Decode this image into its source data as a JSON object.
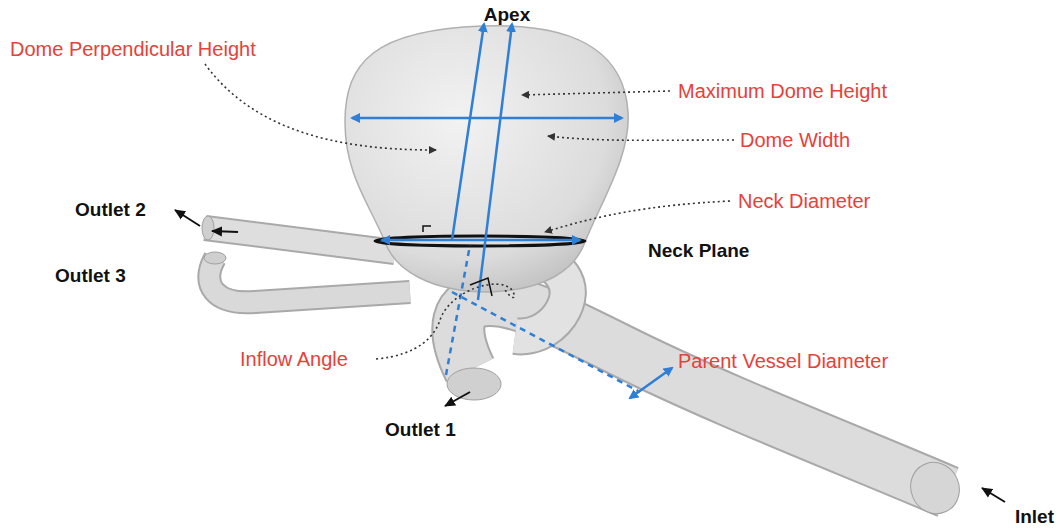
{
  "diagram": {
    "labels": [
      "Apex",
      "Dome Perpendicular Height",
      "Maximum Dome Height",
      "Dome Width",
      "Outlet 2",
      "Neck Diameter",
      "Outlet 3",
      "Neck Plane",
      "Inflow Angle",
      "Parent Vessel Diameter",
      "Outlet 1",
      "Inlet"
    ]
  }
}
